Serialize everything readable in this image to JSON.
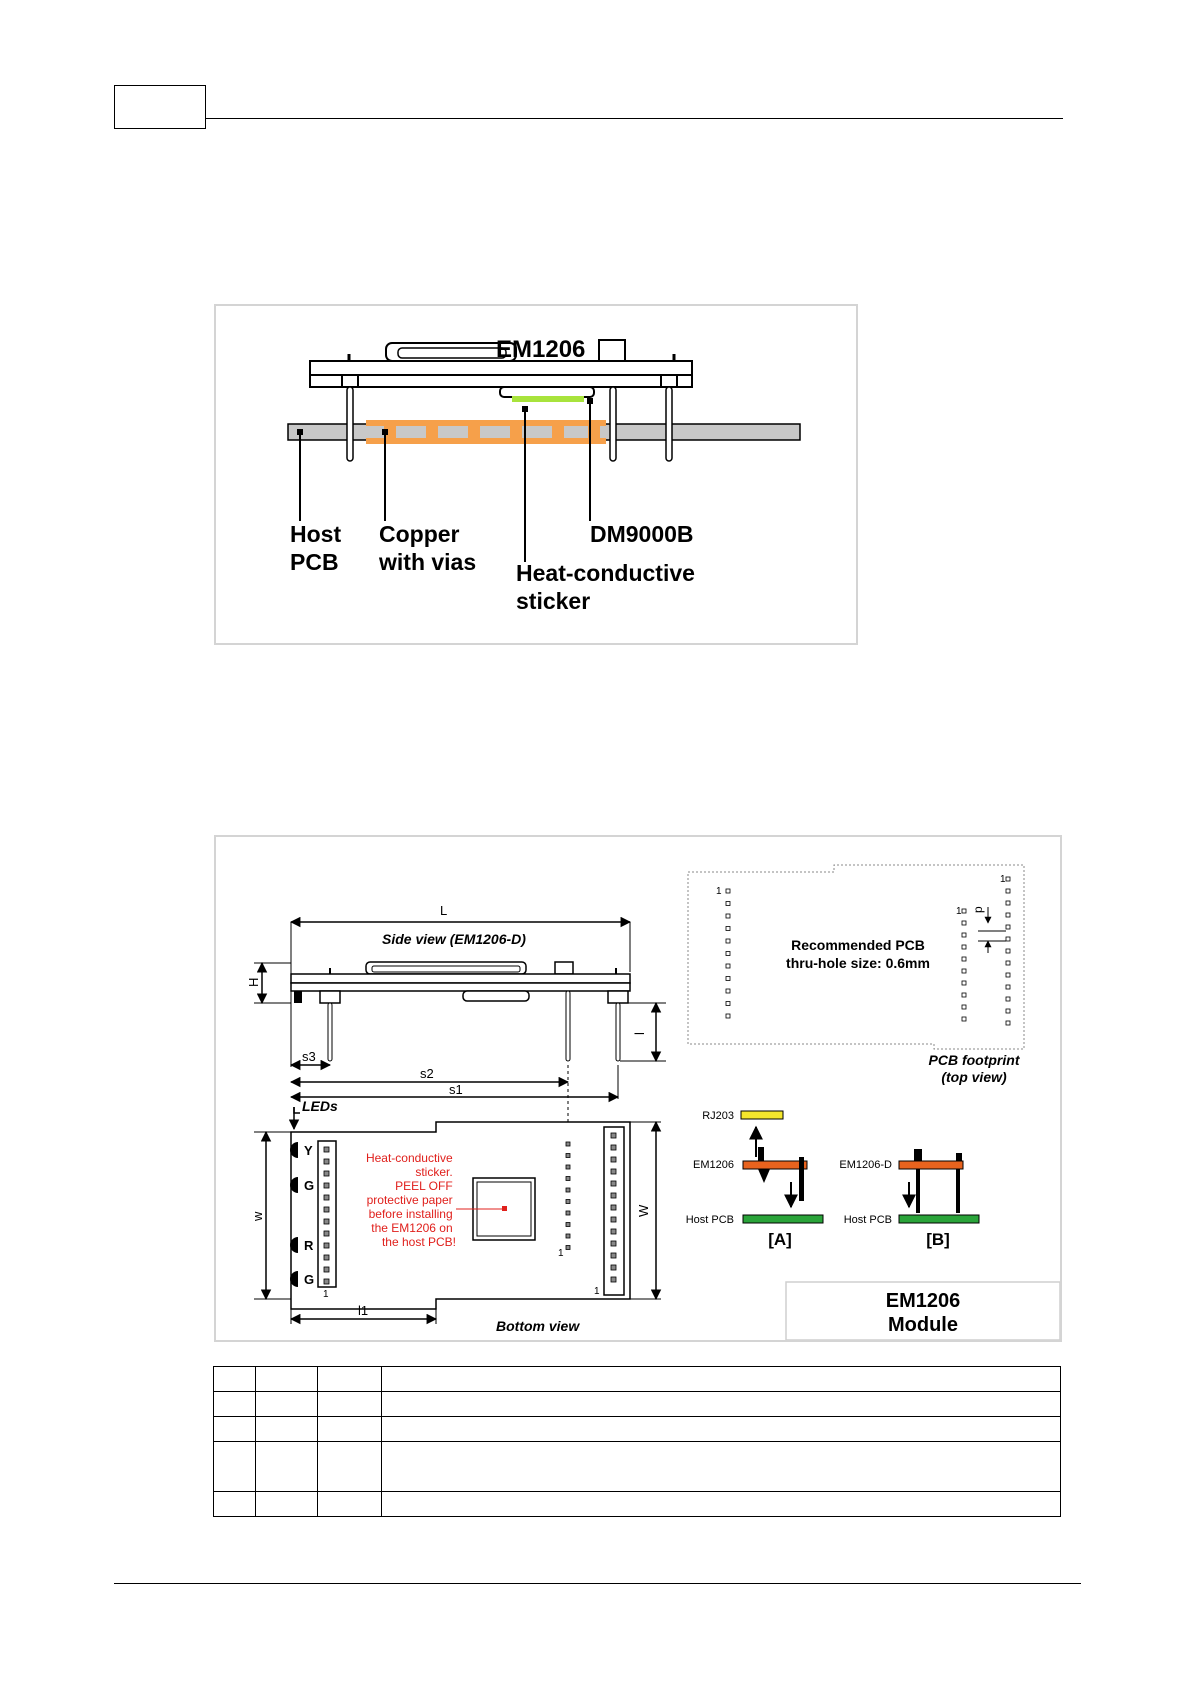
{
  "fig1": {
    "title": "EM1206",
    "labels": {
      "host_pcb_1": "Host",
      "host_pcb_2": "PCB",
      "copper_1": "Copper",
      "copper_2": "with vias",
      "dm9000b": "DM9000B",
      "sticker_1": "Heat-conductive",
      "sticker_2": "sticker"
    },
    "colors": {
      "copper": "#f6a04a",
      "sticker": "#a8e33c",
      "pcb": "#c8c8c8"
    }
  },
  "fig2": {
    "side_view_title": "Side view (EM1206-D)",
    "dim_L": "L",
    "dim_H": "H",
    "dim_l": "l",
    "dim_s3": "s3",
    "dim_s2": "s2",
    "dim_s1": "s1",
    "leds_label": "LEDs",
    "led_Y": "Y",
    "led_G1": "G",
    "led_R": "R",
    "led_G2": "G",
    "dim_w": "w",
    "dim_W": "W",
    "dim_l1": "l1",
    "pin1_left": "1",
    "pin1_right": "1",
    "pin1_mid": "1",
    "sticker_note": [
      "Heat-conductive",
      "sticker.",
      "PEEL OFF",
      "protective paper",
      "before installing",
      "the EM1206 on",
      "the host PCB!"
    ],
    "bottom_view_title": "Bottom view",
    "footprint_line1": "Recommended PCB",
    "footprint_line2": "thru-hole size: 0.6mm",
    "footprint_pin1_left": "1",
    "footprint_pin1_mid": "1",
    "footprint_pin1_right": "1",
    "footprint_dim_p": "p",
    "footprint_caption_1": "PCB footprint",
    "footprint_caption_2": "(top view)",
    "label_rj203": "RJ203",
    "label_em1206": "EM1206",
    "label_em1206d": "EM1206-D",
    "label_host_a": "Host PCB",
    "label_host_b": "Host PCB",
    "label_A": "[A]",
    "label_B": "[B]",
    "module_title_1": "EM1206",
    "module_title_2": "Module",
    "colors": {
      "note_red": "#e0201c",
      "rj203": "#f4e62c",
      "em1206": "#e8631e",
      "host_pcb": "#2aa43a"
    }
  },
  "table": {
    "rows": [
      [
        "",
        "",
        "",
        ""
      ],
      [
        "",
        "",
        "",
        ""
      ],
      [
        "",
        "",
        "",
        ""
      ],
      [
        "",
        "",
        "",
        ""
      ],
      [
        "",
        "",
        "",
        ""
      ]
    ]
  }
}
